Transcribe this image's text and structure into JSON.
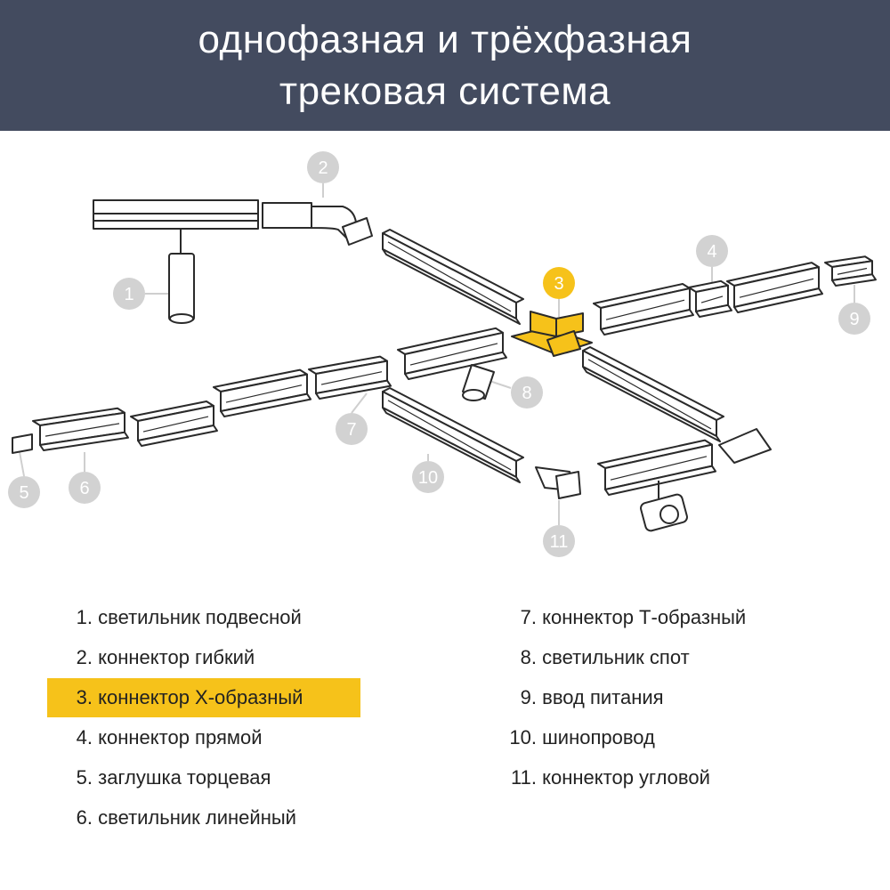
{
  "header": {
    "line1": "однофазная и трёхфазная",
    "line2": "трековая система"
  },
  "colors": {
    "header_bg": "#434b5f",
    "accent": "#f6c21a",
    "badge": "#d2d2d2",
    "stroke": "#2a2a2a"
  },
  "badges": [
    "1",
    "2",
    "3",
    "4",
    "5",
    "6",
    "7",
    "8",
    "9",
    "10",
    "11"
  ],
  "highlighted": "3",
  "legend": {
    "left": [
      {
        "num": "1.",
        "label": "светильник подвесной"
      },
      {
        "num": "2.",
        "label": "коннектор гибкий"
      },
      {
        "num": "3.",
        "label": "коннектор Х-образный"
      },
      {
        "num": "4.",
        "label": "коннектор прямой"
      },
      {
        "num": "5.",
        "label": "заглушка торцевая"
      },
      {
        "num": "6.",
        "label": "светильник линейный"
      }
    ],
    "right": [
      {
        "num": "7.",
        "label": "коннектор Т-образный"
      },
      {
        "num": "8.",
        "label": "светильник спот"
      },
      {
        "num": "9.",
        "label": "ввод питания"
      },
      {
        "num": "10.",
        "label": "шинопровод"
      },
      {
        "num": "11.",
        "label": "коннектор угловой"
      }
    ]
  }
}
